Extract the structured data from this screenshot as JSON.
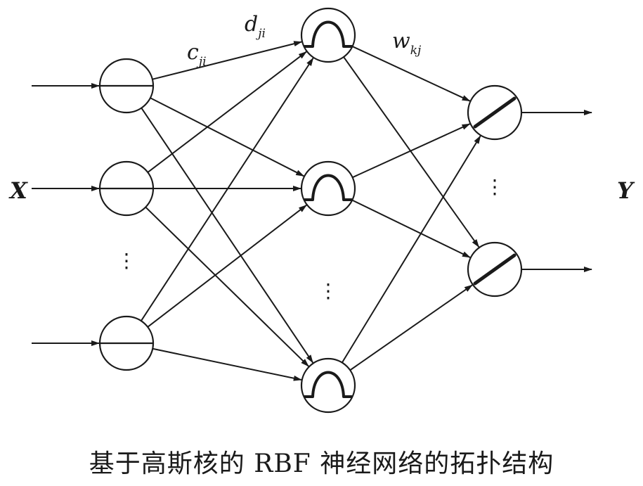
{
  "labels": {
    "input": "X",
    "output": "Y",
    "center_param": "c",
    "center_sub": "ji",
    "width_param": "d",
    "width_sub": "ji",
    "weight_param": "w",
    "weight_sub": "kj",
    "ellipsis": "⋮"
  },
  "caption": "基于高斯核的 RBF 神经网络的拓扑结构"
}
